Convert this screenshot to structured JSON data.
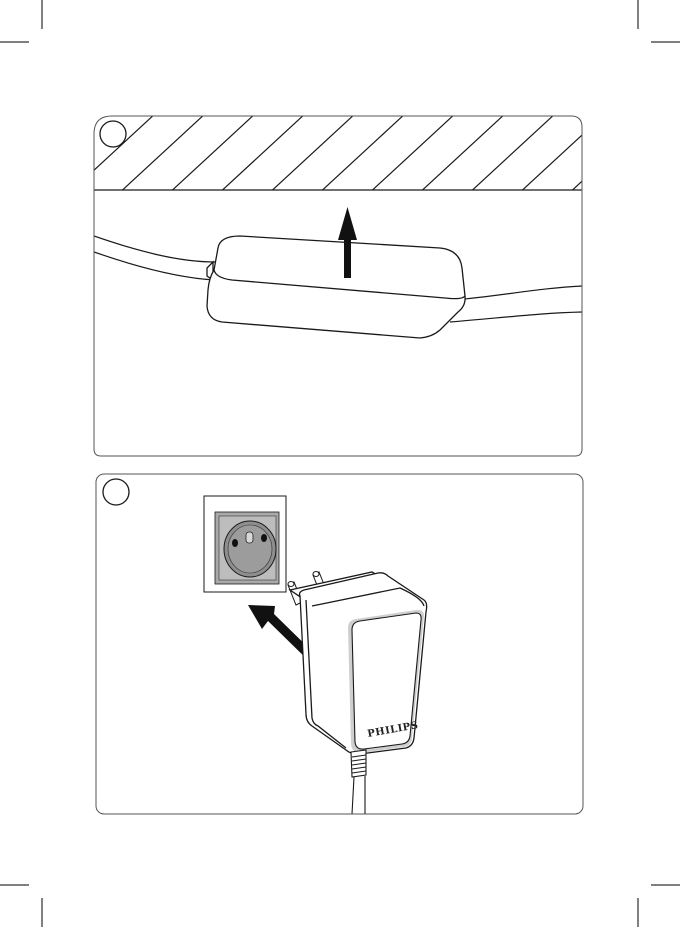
{
  "document": {
    "panels": [
      {
        "step": "",
        "illustration": "mount-device-under-surface"
      },
      {
        "step": "",
        "illustration": "plug-adapter-into-wall-socket"
      }
    ],
    "adapter": {
      "brand_label": "PHILIPS"
    },
    "colors": {
      "line": "#1a1a1a",
      "panel_border": "#555555",
      "socket_gray": "#a9a9a9",
      "adapter_shadow": "#cfcfcf"
    }
  }
}
